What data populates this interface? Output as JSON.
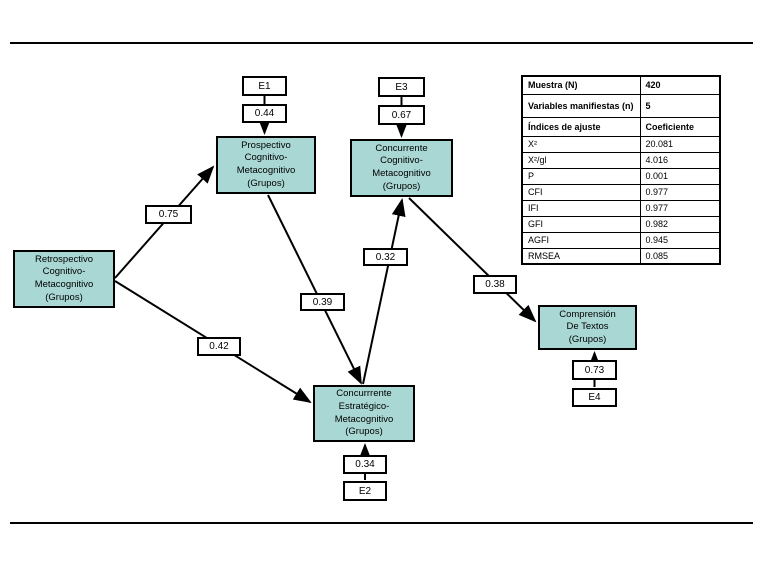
{
  "colors": {
    "node_fill": "#a9d8d4",
    "line": "#000000",
    "background": "#ffffff"
  },
  "nodes": {
    "retrospectivo": "Retrospectivo\nCognitivo-\nMetacognitivo\n(Grupos)",
    "prospectivo": "Prospectivo\nCognitivo-\nMetacognitivo\n(Grupos)",
    "concurrente_cognitivo": "Concurrente\nCognitivo-\nMetacognitivo\n(Grupos)",
    "concurrente_estrategico": "Concurrrente\nEstratégico-\nMetacognitivo\n(Grupos)",
    "comprension": "Comprensión\nDe Textos\n(Grupos)"
  },
  "error_terms": {
    "e1": "E1",
    "e2": "E2",
    "e3": "E3",
    "e4": "E4"
  },
  "coefficients": {
    "retro_to_prospectivo": "0.75",
    "retro_to_estrategico": "0.42",
    "prospectivo_to_estrategico": "0.39",
    "estrategico_to_concurrente_cognitivo": "0.32",
    "concurrente_cognitivo_to_comprension": "0.38",
    "e1_to_prospectivo": "0.44",
    "e3_to_concurrente_cognitivo": "0.67",
    "e2_to_estrategico": "0.34",
    "e4_to_comprension": "0.73"
  },
  "fit_table": {
    "rows": [
      {
        "label": "Muestra (N)",
        "value": "420",
        "bold": true
      },
      {
        "label": "Variables manifiestas (n)",
        "value": "5",
        "bold": true
      },
      {
        "label": "Índices de ajuste",
        "value": "Coeficiente",
        "bold": true
      },
      {
        "label": "X²",
        "value": "20.081"
      },
      {
        "label": "X²/gl",
        "value": "4.016"
      },
      {
        "label": "P",
        "value": "0.001"
      },
      {
        "label": "CFI",
        "value": "0.977"
      },
      {
        "label": "IFI",
        "value": "0.977"
      },
      {
        "label": "GFI",
        "value": "0.982"
      },
      {
        "label": "AGFI",
        "value": "0.945"
      },
      {
        "label": "RMSEA",
        "value": "0.085"
      }
    ]
  }
}
